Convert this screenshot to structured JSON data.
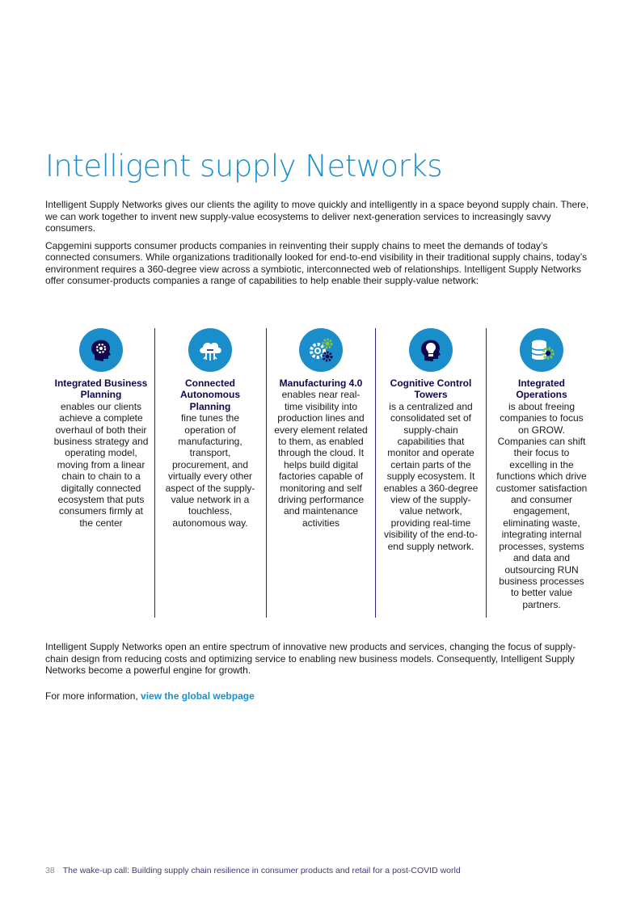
{
  "title": "Intelligent supply Networks",
  "intro": [
    "Intelligent Supply Networks gives our clients the agility to move quickly and intelligently in a space beyond supply chain. There, we can work together to invent new supply-value ecosystems to deliver next-generation services to increasingly savvy consumers.",
    "Capgemini supports consumer products companies in reinventing their supply chains to meet the demands of today’s connected consumers. While organizations traditionally looked for end-to-end visibility in their traditional supply chains, today’s environment requires a 360-degree view across a symbiotic, interconnected web of relationships. Intelligent Supply Networks offer consumer-products companies a range of capabilities to help enable their supply-value network:"
  ],
  "columns": [
    {
      "icon": "head-gear-icon",
      "heading": "Integrated Business Planning",
      "body": "enables our clients achieve a complete overhaul of both their business strategy and operating model, moving from a linear chain to chain to a digitally connected ecosystem that puts consumers firmly at the center"
    },
    {
      "icon": "cloud-network-icon",
      "heading": "Connected Autonomous Planning",
      "body": "fine tunes the operation of manufacturing, transport, procurement, and virtually every other aspect of the supply-value network in a touchless, autonomous way."
    },
    {
      "icon": "gears-icon",
      "heading": "Manufacturing 4.0",
      "body": "enables near real-time visibility into production lines and every element related to them, as enabled through the cloud. It helps build digital factories capable of monitoring and self driving performance and maintenance activities"
    },
    {
      "icon": "head-lightbulb-icon",
      "heading": "Cognitive Control Towers",
      "body": "is a centralized and consolidated set of supply-chain capabilities that monitor and operate certain parts of the supply ecosystem. It enables a 360-degree view of the supply-value network, providing real-time visibility of the end-to-end supply network."
    },
    {
      "icon": "database-gear-icon",
      "heading": "Integrated Operations",
      "body": "is about freeing companies to focus on GROW. Companies can shift their focus to excelling in the functions which drive customer satisfaction and consumer engagement, eliminating waste, integrating internal processes, systems and data and outsourcing RUN business processes to better value partners."
    }
  ],
  "outro": {
    "paragraph": "Intelligent Supply Networks open an entire spectrum of innovative new products and services, changing the focus of supply-chain design from reducing costs and optimizing service to enabling new business models. Consequently, Intelligent Supply Networks become a powerful engine for growth.",
    "more_prefix": "For more information, ",
    "more_link": "view the global webpage"
  },
  "footer": {
    "page_number": "38",
    "text": "The wake-up call: Building supply chain resilience in consumer products and retail for a post-COVID world"
  },
  "colors": {
    "accent": "#1a8ecb",
    "heading": "#12064a",
    "divider": "#2a2380",
    "icon_dark": "#12064a",
    "icon_green": "#8cc63f"
  }
}
